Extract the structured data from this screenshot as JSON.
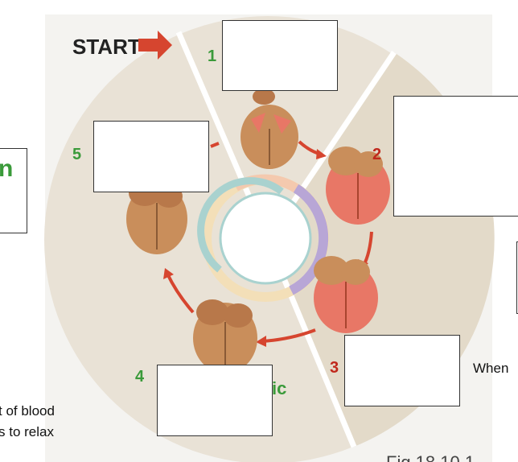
{
  "start_label": "START",
  "stages": [
    {
      "number": "1",
      "color": "#3a9a3a"
    },
    {
      "number": "2",
      "color": "#c0281c"
    },
    {
      "number": "3",
      "color": "#c0281c"
    },
    {
      "number": "4",
      "color": "#3a9a3a"
    },
    {
      "number": "5",
      "color": "#3a9a3a"
    }
  ],
  "partial_texts": {
    "left_box_letter": "n",
    "left_fragment_line1": "t of blood",
    "left_fragment_line2": "s to relax",
    "right_fragment": "When",
    "stage4_fragment": "ic",
    "figure_caption": "Fig 18.10.1"
  },
  "colors": {
    "disk": "#e9e2d6",
    "disk_shade": "#ddd3c2",
    "arrow_red": "#d6452f",
    "ring_peach": "#f4c9ae",
    "ring_purple": "#b8a6d6",
    "ring_teal": "#a9d2cf",
    "ring_cream": "#f3dfb8",
    "heart_brown": "#c98e5b",
    "heart_red": "#e87766",
    "label_green": "#3a9a3a",
    "label_red": "#c0281c"
  }
}
